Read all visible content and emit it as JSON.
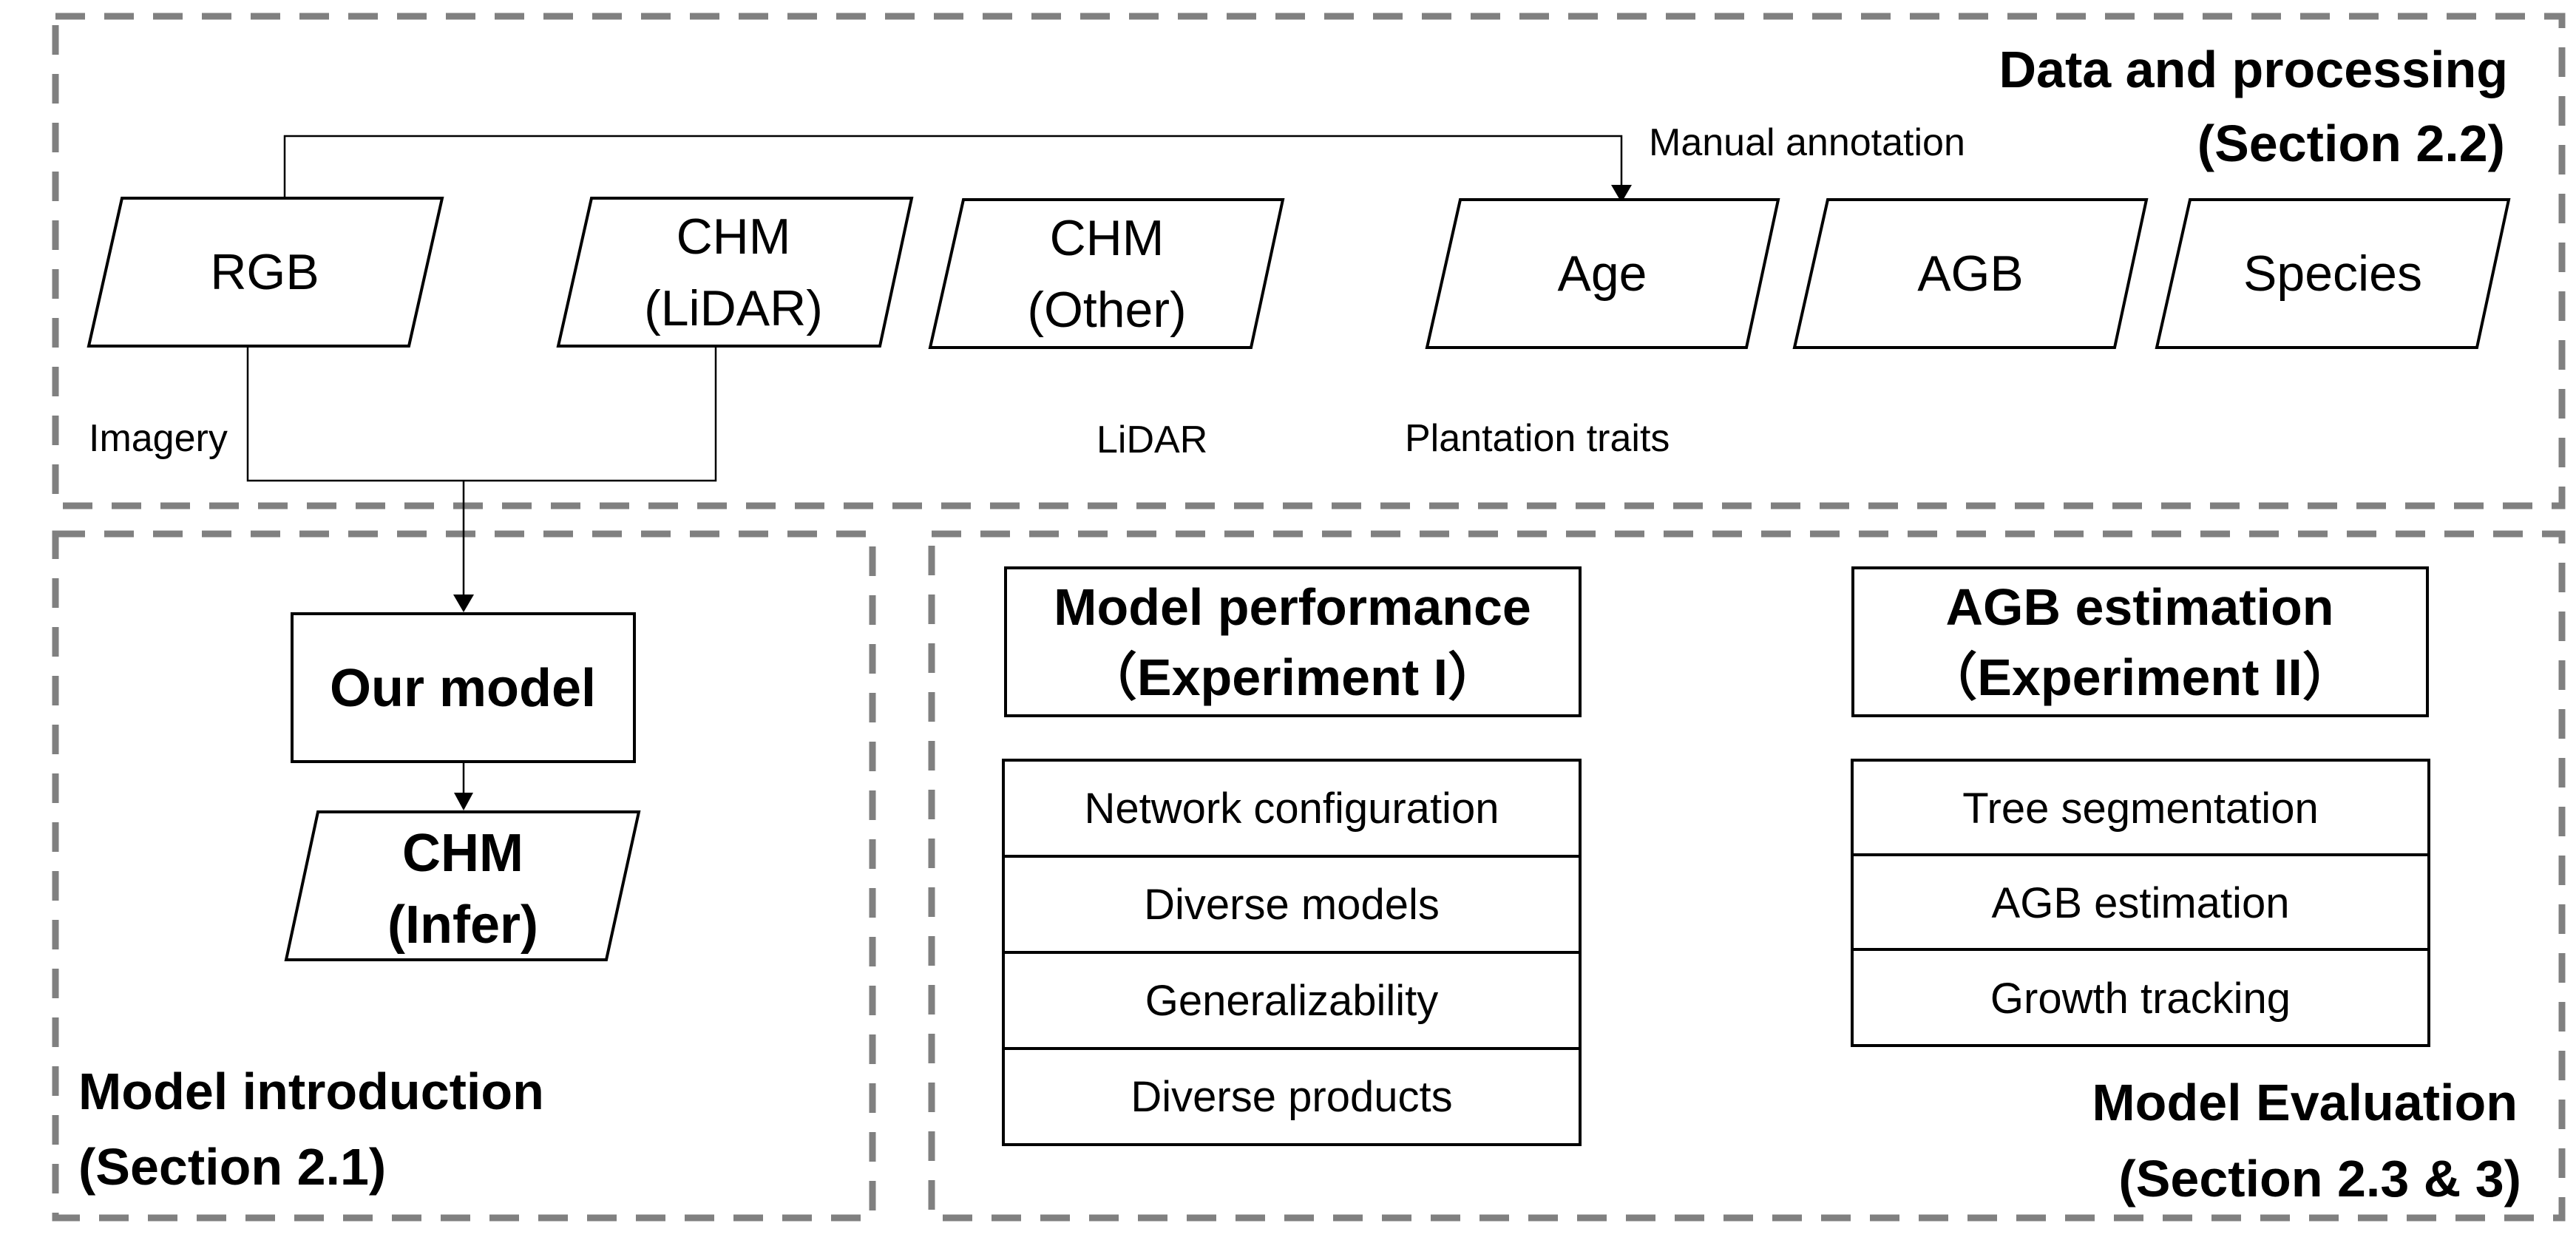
{
  "sections": {
    "data": {
      "title_line1": "Data and processing",
      "title_line2": "(Section 2.2)"
    },
    "intro": {
      "title_line1": "Model introduction",
      "title_line2": "(Section 2.1)"
    },
    "eval": {
      "title_line1": "Model Evaluation",
      "title_line2": "(Section 2.3 & 3)"
    }
  },
  "data_nodes": {
    "rgb": "RGB",
    "chm_lidar_line1": "CHM",
    "chm_lidar_line2": "(LiDAR)",
    "chm_other_line1": "CHM",
    "chm_other_line2": "(Other)",
    "age": "Age",
    "agb": "AGB",
    "species": "Species"
  },
  "group_labels": {
    "imagery": "Imagery",
    "lidar": "LiDAR",
    "plantation_traits": "Plantation traits",
    "manual_annotation": "Manual annotation"
  },
  "model": {
    "our_model": "Our model",
    "chm_infer_line1": "CHM",
    "chm_infer_line2": "(Infer)"
  },
  "experiment1": {
    "title_line1": "Model performance",
    "title_line2": "（Experiment I）",
    "items": [
      "Network configuration",
      "Diverse models",
      "Generalizability",
      "Diverse products"
    ]
  },
  "experiment2": {
    "title_line1": "AGB estimation",
    "title_line2": "（Experiment II）",
    "items": [
      "Tree segmentation",
      "AGB estimation",
      "Growth tracking"
    ]
  }
}
